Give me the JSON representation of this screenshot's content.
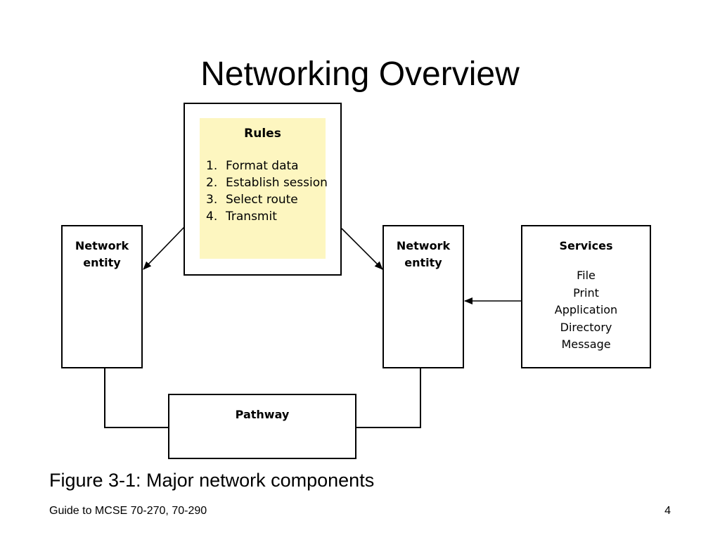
{
  "slide": {
    "title": "Networking Overview",
    "caption": "Figure 3-1: Major network components",
    "footer_left": "Guide to MCSE 70-270, 70-290",
    "page_number": "4"
  },
  "diagram": {
    "rules": {
      "title": "Rules",
      "items": [
        {
          "num": "1.",
          "text": "Format data"
        },
        {
          "num": "2.",
          "text": "Establish session"
        },
        {
          "num": "3.",
          "text": "Select route"
        },
        {
          "num": "4.",
          "text": "Transmit"
        }
      ],
      "fill_color": "#fdf6c0"
    },
    "network_entity_left": {
      "line1": "Network",
      "line2": "entity"
    },
    "network_entity_right": {
      "line1": "Network",
      "line2": "entity"
    },
    "services": {
      "title": "Services",
      "items": [
        "File",
        "Print",
        "Application",
        "Directory",
        "Message"
      ]
    },
    "pathway": {
      "label": "Pathway"
    },
    "connectors": [
      {
        "from": "rules",
        "to": "network_entity_left",
        "type": "arrow"
      },
      {
        "from": "rules",
        "to": "network_entity_right",
        "type": "arrow"
      },
      {
        "from": "services",
        "to": "network_entity_right",
        "type": "arrow"
      },
      {
        "from": "network_entity_left",
        "to": "pathway",
        "type": "line"
      },
      {
        "from": "network_entity_right",
        "to": "pathway",
        "type": "line"
      }
    ]
  }
}
